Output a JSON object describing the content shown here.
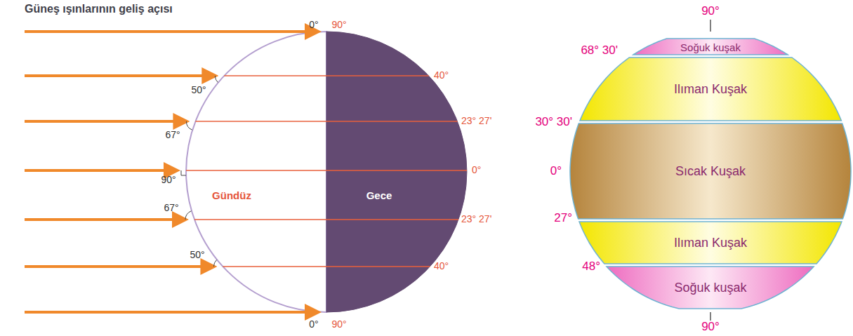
{
  "diagram": {
    "title": "Güneş ışınlarının geliş açısı",
    "nodes": [
      {
        "text": [
          "Soğuk kuşak"
        ]
      },
      {
        "text": [
          "Ilıman Kuşak"
        ]
      },
      {
        "text": [
          "Sıcak Kuşak"
        ]
      },
      {
        "text": [
          "Ilıman Kuşak"
        ]
      },
      {
        "text": [
          "Soğuk kuşak"
        ]
      }
    ],
    "labels": [
      "0°",
      "90°",
      "50°",
      "40°",
      "67°",
      "23° 27'",
      "90°",
      "0°",
      "Gündüz",
      "Gece",
      "67°",
      "23° 27'",
      "50°",
      "40°",
      "0°",
      "90°",
      "90°",
      "68° 30'",
      "30° 30'",
      "0°",
      "27°",
      "48°",
      "90°"
    ]
  }
}
